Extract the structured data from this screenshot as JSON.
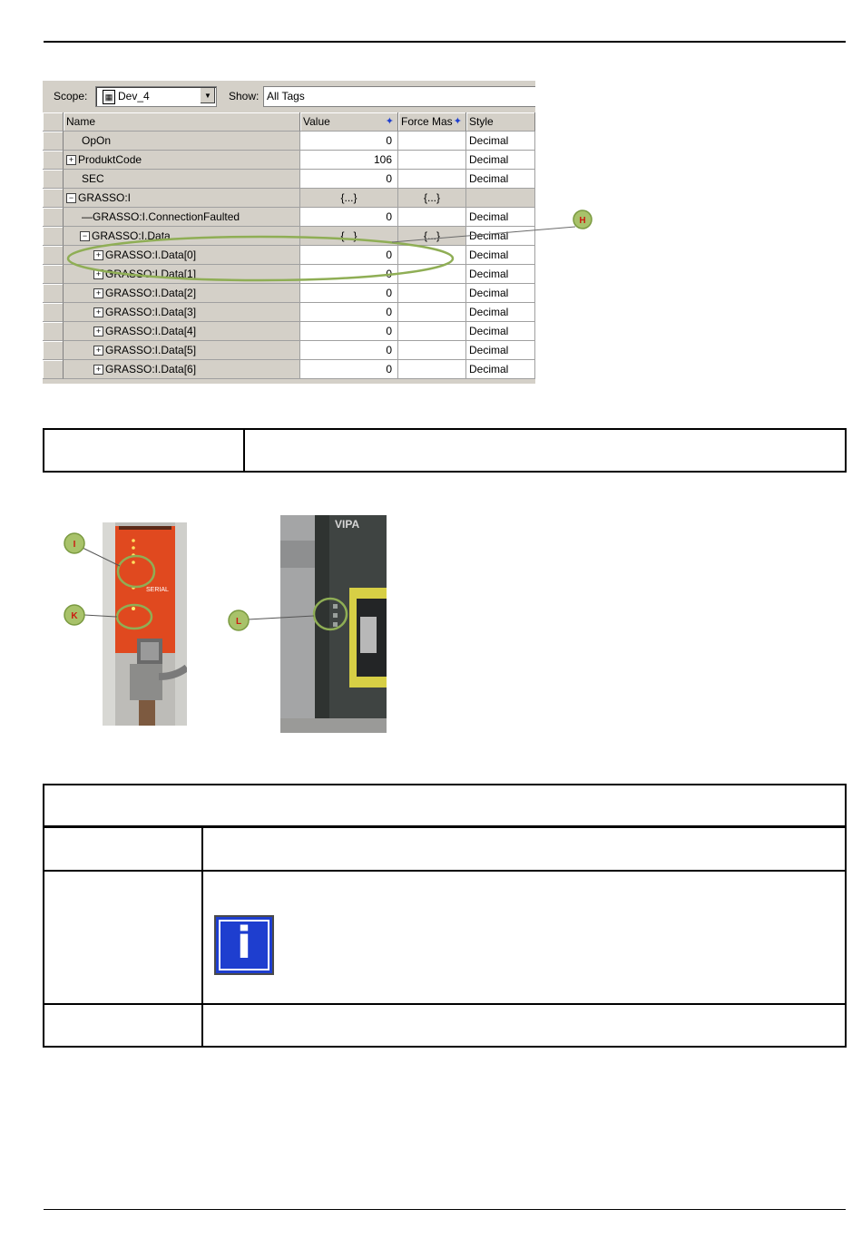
{
  "tag_editor": {
    "scope_label": "Scope:",
    "scope_value": "Dev_4",
    "show_label": "Show:",
    "show_value": "All Tags",
    "columns": [
      "Name",
      "Value",
      "Force Mas",
      "Style"
    ],
    "rows": [
      {
        "name": "OpOn",
        "value": "0",
        "force": "",
        "style": "Decimal"
      },
      {
        "name": "ProduktCode",
        "value": "106",
        "force": "",
        "style": "Decimal"
      },
      {
        "name": "SEC",
        "value": "0",
        "force": "",
        "style": "Decimal"
      },
      {
        "name": "GRASSO:I",
        "value": "{...}",
        "force": "{...}",
        "style": ""
      },
      {
        "name": "GRASSO:I.ConnectionFaulted",
        "value": "0",
        "force": "",
        "style": "Decimal"
      },
      {
        "name": "GRASSO:I.Data",
        "value": "{...}",
        "force": "{...}",
        "style": "Decimal"
      },
      {
        "name": "GRASSO:I.Data[0]",
        "value": "0",
        "force": "",
        "style": "Decimal"
      },
      {
        "name": "GRASSO:I.Data[1]",
        "value": "0",
        "force": "",
        "style": "Decimal"
      },
      {
        "name": "GRASSO:I.Data[2]",
        "value": "0",
        "force": "",
        "style": "Decimal"
      },
      {
        "name": "GRASSO:I.Data[3]",
        "value": "0",
        "force": "",
        "style": "Decimal"
      },
      {
        "name": "GRASSO:I.Data[4]",
        "value": "0",
        "force": "",
        "style": "Decimal"
      },
      {
        "name": "GRASSO:I.Data[5]",
        "value": "0",
        "force": "",
        "style": "Decimal"
      },
      {
        "name": "GRASSO:I.Data[6]",
        "value": "0",
        "force": "",
        "style": "Decimal"
      }
    ],
    "callout": "H"
  },
  "photos": {
    "gateway_callouts": [
      "I",
      "K"
    ],
    "gateway_label": "SERIAL",
    "plc_brand": "VIPA",
    "plc_callout": "L"
  },
  "colors": {
    "callout_green": "#8fae55",
    "callout_fill": "#a8c26a",
    "callout_letter": "#cc1a10",
    "info_blue": "#1e3ecf",
    "gateway_orange": "#e0491f"
  },
  "icons": {
    "info": "info-icon"
  },
  "info_glyph": "i"
}
